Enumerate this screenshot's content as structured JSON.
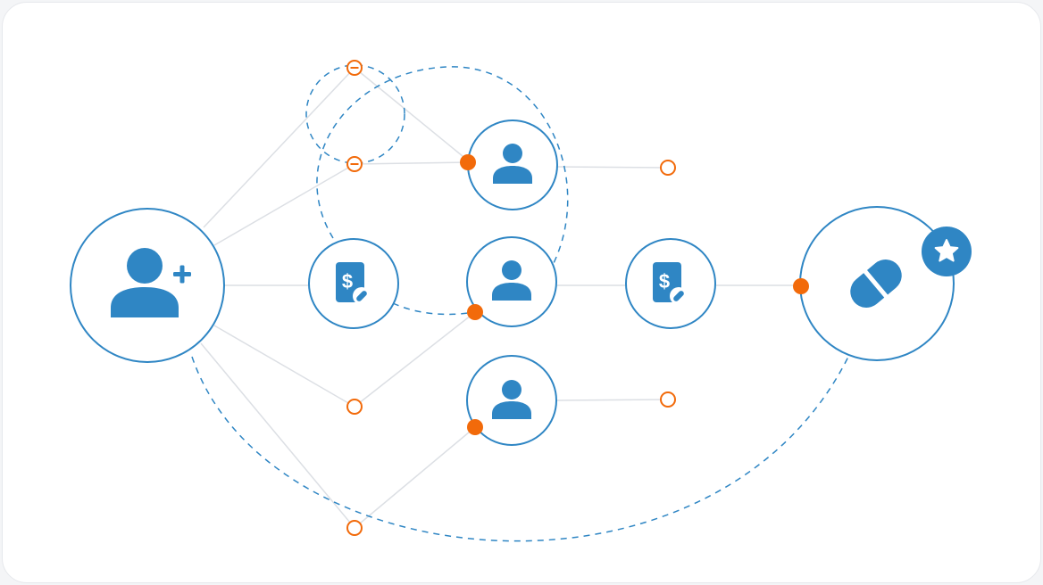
{
  "colors": {
    "accent": "#2f86c4",
    "port": "#f26a0a",
    "connector": "#dcdfe4",
    "background": "#ffffff"
  },
  "nodes": [
    {
      "id": "add-user",
      "icon": "add-user-icon"
    },
    {
      "id": "invoice-1",
      "icon": "invoice-icon"
    },
    {
      "id": "user-top",
      "icon": "user-icon"
    },
    {
      "id": "user-middle",
      "icon": "user-icon"
    },
    {
      "id": "user-bottom",
      "icon": "user-icon"
    },
    {
      "id": "invoice-2",
      "icon": "invoice-icon"
    },
    {
      "id": "medication",
      "icon": "pill-icon",
      "badge": "star-icon"
    }
  ]
}
